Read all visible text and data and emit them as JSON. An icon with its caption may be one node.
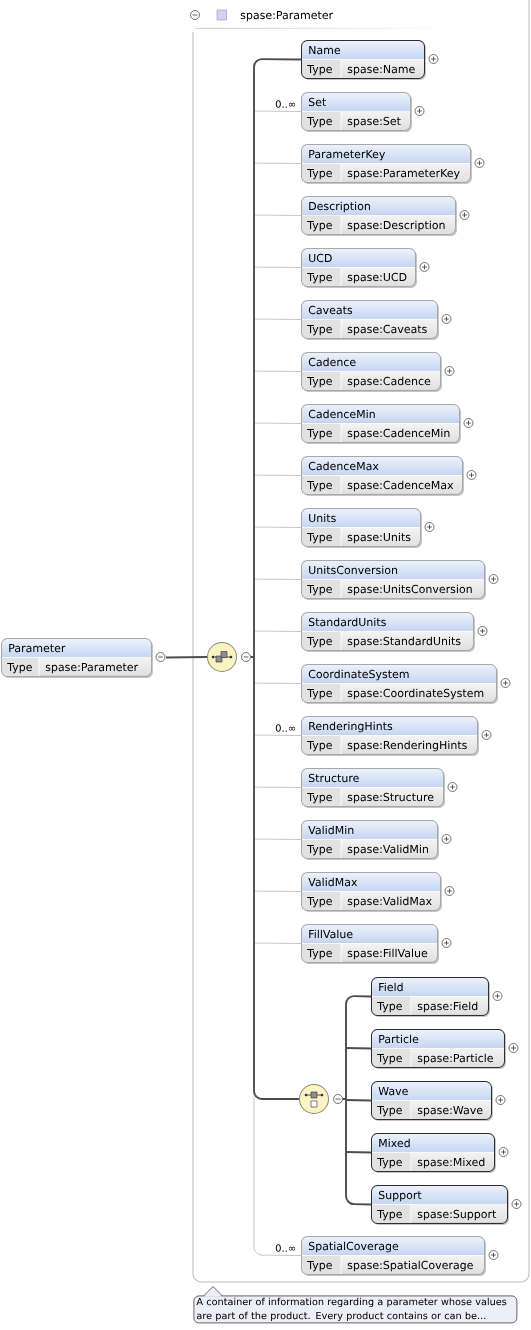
{
  "diagram": {
    "nodes": [
      {
        "text": [
          "Parameter",
          "Type",
          "spase:Parameter"
        ]
      },
      {
        "text": [
          "spase:Parameter"
        ]
      },
      {
        "text": [],
        "shape": "circle",
        "in": 1
      },
      {
        "text": [
          "Name",
          "Type",
          "spase:Name"
        ],
        "in": 1
      },
      {
        "text": [
          "Set",
          "Type",
          "spase:Set"
        ],
        "in": 1
      },
      {
        "text": [
          "ParameterKey",
          "Type",
          "spase:ParameterKey"
        ],
        "in": 1
      },
      {
        "text": [
          "Description",
          "Type",
          "spase:Description"
        ],
        "in": 1
      },
      {
        "text": [
          "UCD",
          "Type",
          "spase:UCD"
        ],
        "in": 1
      },
      {
        "text": [
          "Caveats",
          "Type",
          "spase:Caveats"
        ],
        "in": 1
      },
      {
        "text": [
          "Cadence",
          "Type",
          "spase:Cadence"
        ],
        "in": 1
      },
      {
        "text": [
          "CadenceMin",
          "Type",
          "spase:CadenceMin"
        ],
        "in": 1
      },
      {
        "text": [
          "CadenceMax",
          "Type",
          "spase:CadenceMax"
        ],
        "in": 1
      },
      {
        "text": [
          "Units",
          "Type",
          "spase:Units"
        ],
        "in": 1
      },
      {
        "text": [
          "UnitsConversion",
          "Type",
          "spase:UnitsConversion"
        ],
        "in": 1
      },
      {
        "text": [
          "StandardUnits",
          "Type",
          "spase:StandardUnits"
        ],
        "in": 1
      },
      {
        "text": [
          "CoordinateSystem",
          "Type",
          "spase:CoordinateSystem"
        ],
        "in": 1
      },
      {
        "text": [
          "RenderingHints",
          "Type",
          "spase:RenderingHints"
        ],
        "in": 1
      },
      {
        "text": [
          "Structure",
          "Type",
          "spase:Structure"
        ],
        "in": 1
      },
      {
        "text": [
          "ValidMin",
          "Type",
          "spase:ValidMin"
        ],
        "in": 1
      },
      {
        "text": [
          "ValidMax",
          "Type",
          "spase:ValidMax"
        ],
        "in": 1
      },
      {
        "text": [
          "FillValue",
          "Type",
          "spase:FillValue"
        ],
        "in": 1
      },
      {
        "text": [],
        "shape": "circle",
        "in": 1
      },
      {
        "text": [
          "Field",
          "Type",
          "spase:Field"
        ],
        "in": 1
      },
      {
        "text": [
          "Particle",
          "Type",
          "spase:Particle"
        ],
        "in": 1
      },
      {
        "text": [
          "Wave",
          "Type",
          "spase:Wave"
        ],
        "in": 1
      },
      {
        "text": [
          "Mixed",
          "Type",
          "spase:Mixed"
        ],
        "in": 1
      },
      {
        "text": [
          "Support",
          "Type",
          "spase:Support"
        ],
        "in": 1
      },
      {
        "text": [
          "SpatialCoverage",
          "Type",
          "spase:SpatialCoverage"
        ],
        "in": 1
      },
      {
        "text": [
          "A container of information regarding a parameter whose values are part of the product. Every product contains or can be..."
        ]
      }
    ],
    "edges": [
      {
        "from": 0,
        "to": 2,
        "arrow": "none",
        "color": "#4d4d4d"
      },
      {
        "from": 2,
        "to": 3,
        "arrow": "none",
        "color": "#4d4d4d"
      },
      {
        "from": 2,
        "to": 4,
        "arrow": "none",
        "label": "0..∞"
      },
      {
        "from": 2,
        "to": 5,
        "arrow": "none"
      },
      {
        "from": 2,
        "to": 6,
        "arrow": "none"
      },
      {
        "from": 2,
        "to": 7,
        "arrow": "none"
      },
      {
        "from": 2,
        "to": 8,
        "arrow": "none"
      },
      {
        "from": 2,
        "to": 9,
        "arrow": "none"
      },
      {
        "from": 2,
        "to": 10,
        "arrow": "none"
      },
      {
        "from": 2,
        "to": 11,
        "arrow": "none"
      },
      {
        "from": 2,
        "to": 12,
        "arrow": "none"
      },
      {
        "from": 2,
        "to": 13,
        "arrow": "none"
      },
      {
        "from": 2,
        "to": 14,
        "arrow": "none"
      },
      {
        "from": 2,
        "to": 15,
        "arrow": "none"
      },
      {
        "from": 2,
        "to": 16,
        "arrow": "none",
        "label": "0..∞"
      },
      {
        "from": 2,
        "to": 17,
        "arrow": "none"
      },
      {
        "from": 2,
        "to": 18,
        "arrow": "none"
      },
      {
        "from": 2,
        "to": 19,
        "arrow": "none"
      },
      {
        "from": 2,
        "to": 20,
        "arrow": "none"
      },
      {
        "from": 2,
        "to": 21,
        "arrow": "none",
        "color": "#4d4d4d"
      },
      {
        "from": 21,
        "to": 22,
        "arrow": "none",
        "color": "#4d4d4d"
      },
      {
        "from": 21,
        "to": 23,
        "arrow": "none",
        "color": "#4d4d4d"
      },
      {
        "from": 21,
        "to": 24,
        "arrow": "none",
        "color": "#4d4d4d"
      },
      {
        "from": 21,
        "to": 25,
        "arrow": "none",
        "color": "#4d4d4d"
      },
      {
        "from": 21,
        "to": 26,
        "arrow": "none",
        "color": "#4d4d4d"
      },
      {
        "from": 2,
        "to": 27,
        "arrow": "none",
        "label": "0..∞"
      }
    ]
  }
}
